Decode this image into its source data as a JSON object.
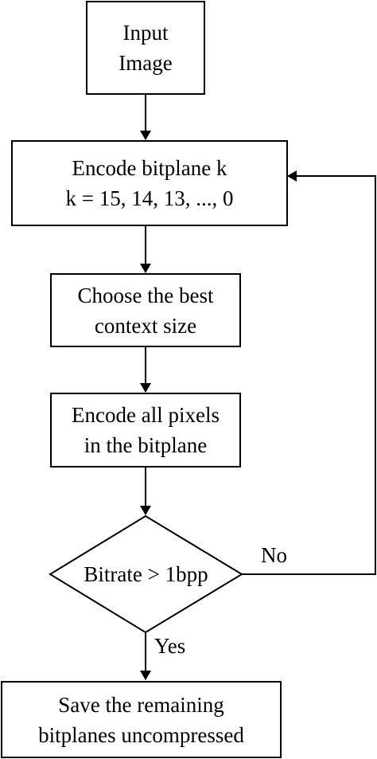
{
  "nodes": {
    "input": {
      "line1": "Input",
      "line2": "Image"
    },
    "encode_bitplane": {
      "line1": "Encode bitplane k",
      "line2": "k = 15, 14, 13, ..., 0"
    },
    "choose_context": {
      "line1": "Choose the best",
      "line2": "context size"
    },
    "encode_pixels": {
      "line1": "Encode all pixels",
      "line2": "in the bitplane"
    },
    "decision": {
      "label": "Bitrate > 1bpp"
    },
    "save": {
      "line1": "Save the remaining",
      "line2": "bitplanes uncompressed"
    }
  },
  "edges": {
    "no_label": "No",
    "yes_label": "Yes"
  },
  "colors": {
    "stroke": "#000000",
    "fill": "#ffffff"
  }
}
